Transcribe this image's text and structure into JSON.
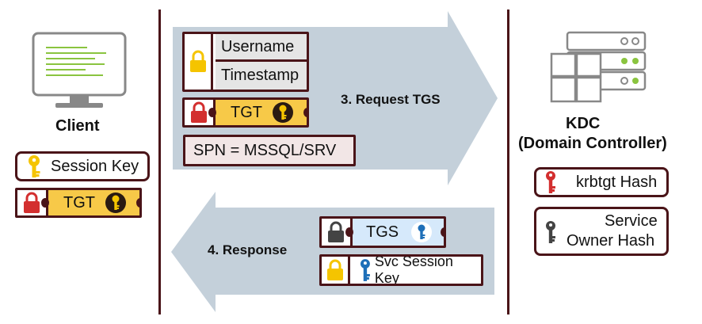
{
  "client": {
    "title": "Client",
    "session_key": "Session Key",
    "tgt": "TGT"
  },
  "request": {
    "label": "3. Request TGS",
    "username": "Username",
    "timestamp": "Timestamp",
    "tgt": "TGT",
    "spn": "SPN = MSSQL/SRV"
  },
  "response": {
    "label": "4. Response",
    "tgs": "TGS",
    "svc_session_key": "Svc Session Key"
  },
  "kdc": {
    "title_line1": "KDC",
    "title_line2": "(Domain Controller)",
    "krbtgt_hash": "krbtgt Hash",
    "service_owner_hash_line1": "Service",
    "service_owner_hash_line2": "Owner Hash"
  },
  "colors": {
    "border": "#4a1418",
    "gold": "#f7c948",
    "lock_red": "#d32f2f",
    "lock_yellow": "#f5c400",
    "lock_gray": "#444444",
    "key_blue": "#1e6fb8",
    "key_red": "#d32f2f",
    "arrow": "#c4d0da",
    "monitor_green": "#8ac43f"
  },
  "icons": [
    "monitor-icon",
    "server-icon",
    "lock-icon",
    "key-icon"
  ]
}
